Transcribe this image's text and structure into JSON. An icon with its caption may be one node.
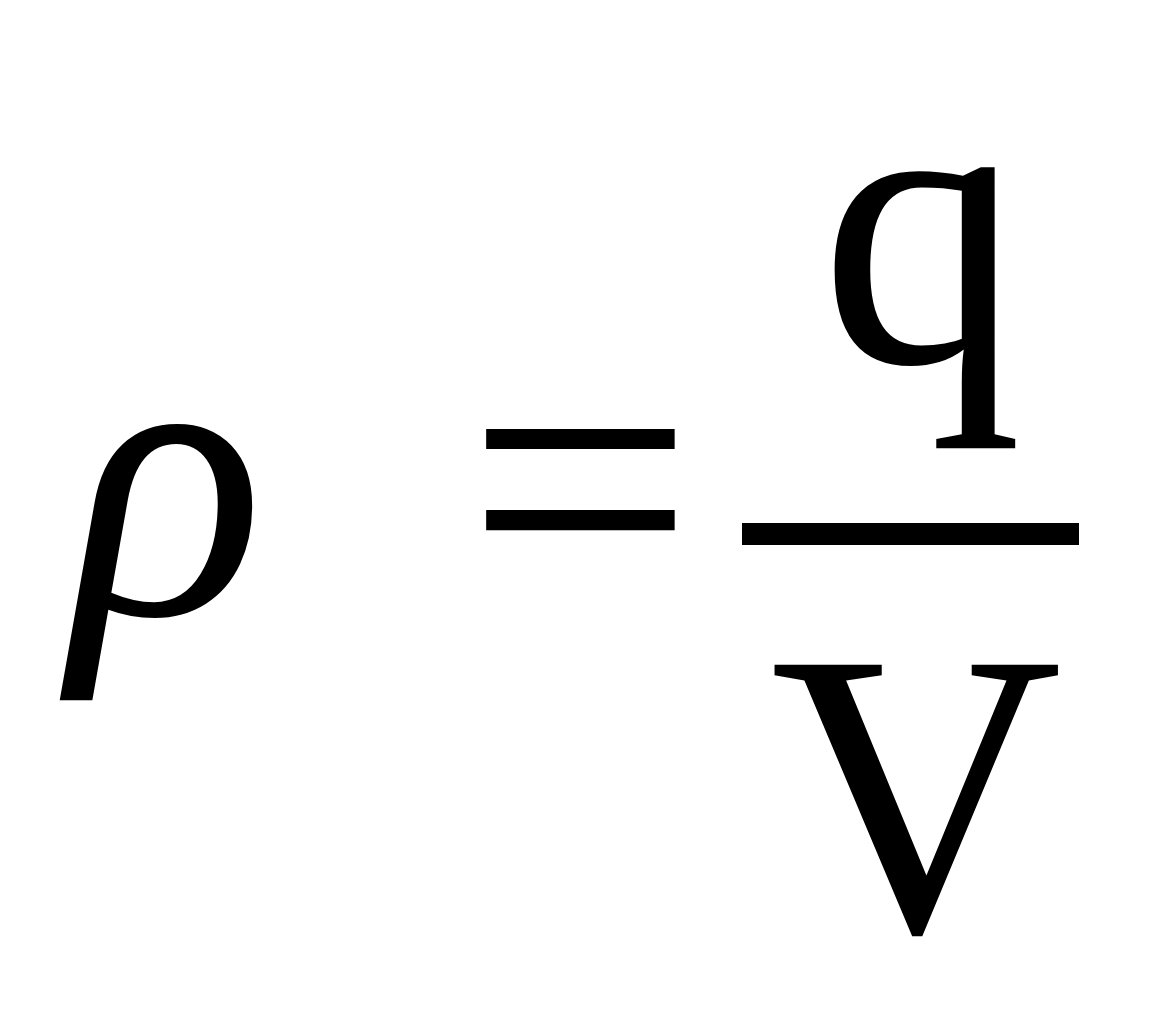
{
  "diagram": {
    "nodes": [
      {
        "text": [],
        "shape": "bar"
      }
    ],
    "labels": [
      "ρ",
      "=",
      "q",
      "V"
    ]
  }
}
